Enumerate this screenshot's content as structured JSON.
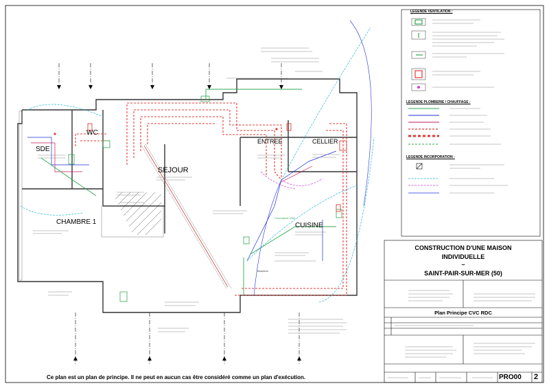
{
  "title": {
    "line1": "CONSTRUCTION D'UNE MAISON",
    "line2": "INDIVIDUELLE",
    "dash": "–",
    "line3": "SAINT-PAIR-SUR-MER (50)",
    "plan_name": "Plan Principe CVC RDC",
    "revision": "2",
    "stamp": "PRO",
    "stamp_letter": "0",
    "stamp_number": "0"
  },
  "disclaimer": "Ce plan est un plan de principe. Il ne peut en aucun cas être considéré comme un plan d'exécution.",
  "rooms": {
    "sde": "SDE",
    "wc": "WC",
    "sejour": "SEJOUR",
    "entree": "ENTREE",
    "cellier": "CELLIER",
    "chambre": "CHAMBRE 1",
    "cuisine": "CUISINE"
  },
  "legends": {
    "ventilation": "LEGENDE VENTILATION :",
    "plomberie": "LEGENDE PLOMBERIE / CHAUFFAGE :",
    "incorporation": "LEGENDE INCORPORATION :"
  },
  "annotations": {
    "commande_vmc": "Commande VMC",
    "bouchon": "Bouchon"
  },
  "colors": {
    "ventilation": "#2fa84f",
    "eau_froide": "#1e2fd6",
    "eau_chaude": "#c2185b",
    "chauffage_depart": "#e53935",
    "chauffage_retour": "#e53935",
    "incorporation_cyan": "#22b8d6",
    "incorporation_magenta": "#d03fd6",
    "wall": "#333333"
  }
}
